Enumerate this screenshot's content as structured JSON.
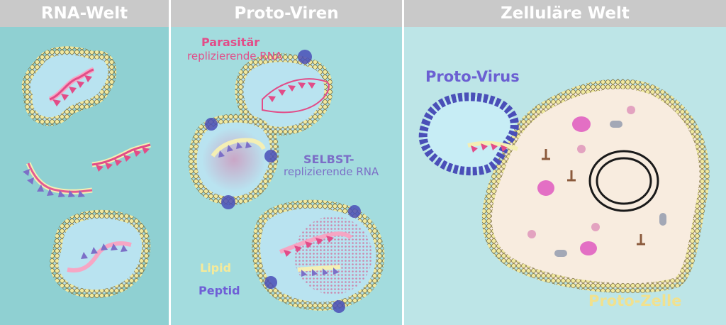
{
  "panels": {
    "rna_world": {
      "title": "RNA-Welt"
    },
    "proto_viruses": {
      "title": "Proto-Viren"
    },
    "cellular_world": {
      "title": "Zelluläre Welt"
    }
  },
  "labels": {
    "parasitic_bold": "Parasitär",
    "parasitic_rest": "replizierende RNA",
    "self_bold": "SELBST",
    "self_rest": "replizierende RNA",
    "lipid": "Lipid",
    "peptide": "Peptid",
    "proto_virus": "Proto-Virus",
    "proto_cell": "Proto-Zelle"
  },
  "colors": {
    "panel_left": "#8fd0d2",
    "panel_mid": "#a3dcde",
    "panel_right": "#bde5e7",
    "header": "#c9c9c9",
    "pink_rna": "#e24c88",
    "purple_rna": "#7c6fc7",
    "lipid_yellow": "#f1e9a0",
    "cell_interior": "#f8ecdf"
  }
}
